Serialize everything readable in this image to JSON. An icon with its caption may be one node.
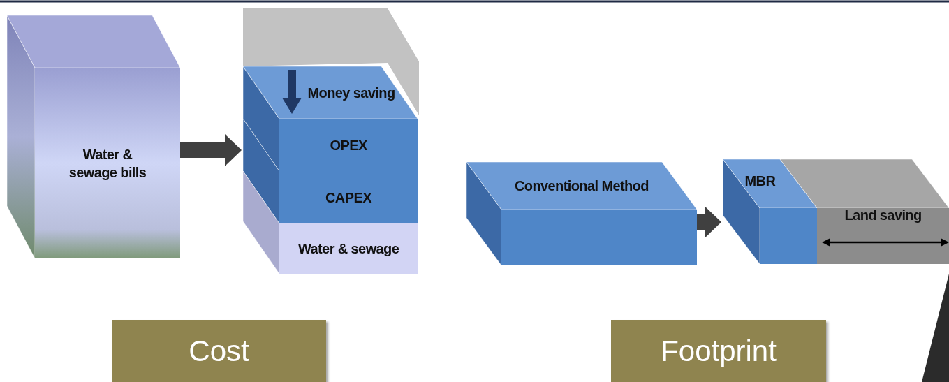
{
  "diagram": {
    "nodes": [
      {
        "text": [
          "Water & sewage bills"
        ]
      },
      {
        "text": [
          "Money saving"
        ]
      },
      {
        "text": [
          "OPEX"
        ]
      },
      {
        "text": [
          "CAPEX"
        ]
      },
      {
        "text": [
          "Water & sewage"
        ]
      },
      {
        "text": [
          "Conventional Method"
        ]
      },
      {
        "text": [
          "MBR"
        ]
      },
      {
        "text": [
          "Land saving"
        ]
      },
      {
        "text": [
          "Cost"
        ]
      },
      {
        "text": [
          "Footprint"
        ]
      }
    ],
    "edges": [
      {
        "from": 0,
        "to": 2,
        "arrow": "to"
      },
      {
        "from": 5,
        "to": 6,
        "arrow": "to"
      }
    ]
  }
}
